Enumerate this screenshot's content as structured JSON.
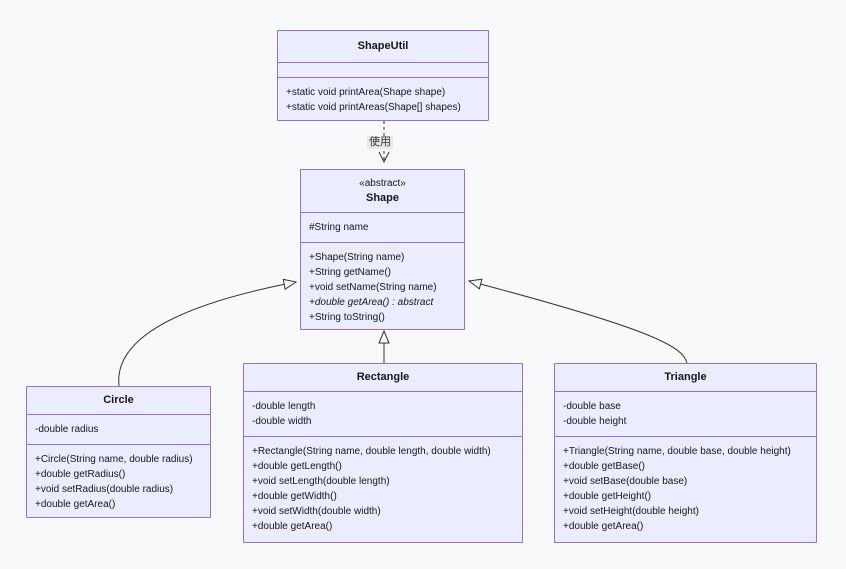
{
  "diagram": {
    "type": "uml-class-diagram",
    "background_color": "#f8f9fb",
    "node_fill": "#ECECFF",
    "node_border": "#9370DB",
    "edge_color": "#333333",
    "edge_label_background": "#e8e8e8",
    "edge_label": "使用",
    "classes": {
      "shapeutil": {
        "title": "ShapeUtil",
        "attributes": [],
        "methods": [
          "+static void printArea(Shape shape)",
          "+static void printAreas(Shape[] shapes)"
        ]
      },
      "shape": {
        "stereotype": "«abstract»",
        "title": "Shape",
        "attributes": [
          "#String name"
        ],
        "methods": [
          "+Shape(String name)",
          "+String getName()",
          "+void setName(String name)",
          "+double getArea() : abstract",
          "+String toString()"
        ]
      },
      "circle": {
        "title": "Circle",
        "attributes": [
          "-double radius"
        ],
        "methods": [
          "+Circle(String name, double radius)",
          "+double getRadius()",
          "+void setRadius(double radius)",
          "+double getArea()"
        ]
      },
      "rectangle": {
        "title": "Rectangle",
        "attributes": [
          "-double length",
          "-double width"
        ],
        "methods": [
          "+Rectangle(String name, double length, double width)",
          "+double getLength()",
          "+void setLength(double length)",
          "+double getWidth()",
          "+void setWidth(double width)",
          "+double getArea()"
        ]
      },
      "triangle": {
        "title": "Triangle",
        "attributes": [
          "-double base",
          "-double height"
        ],
        "methods": [
          "+Triangle(String name, double base, double height)",
          "+double getBase()",
          "+void setBase(double base)",
          "+double getHeight()",
          "+void setHeight(double height)",
          "+double getArea()"
        ]
      }
    },
    "relationships": [
      {
        "from": "ShapeUtil",
        "to": "Shape",
        "type": "dependency",
        "label": "使用"
      },
      {
        "from": "Circle",
        "to": "Shape",
        "type": "inheritance"
      },
      {
        "from": "Rectangle",
        "to": "Shape",
        "type": "inheritance"
      },
      {
        "from": "Triangle",
        "to": "Shape",
        "type": "inheritance"
      }
    ]
  }
}
